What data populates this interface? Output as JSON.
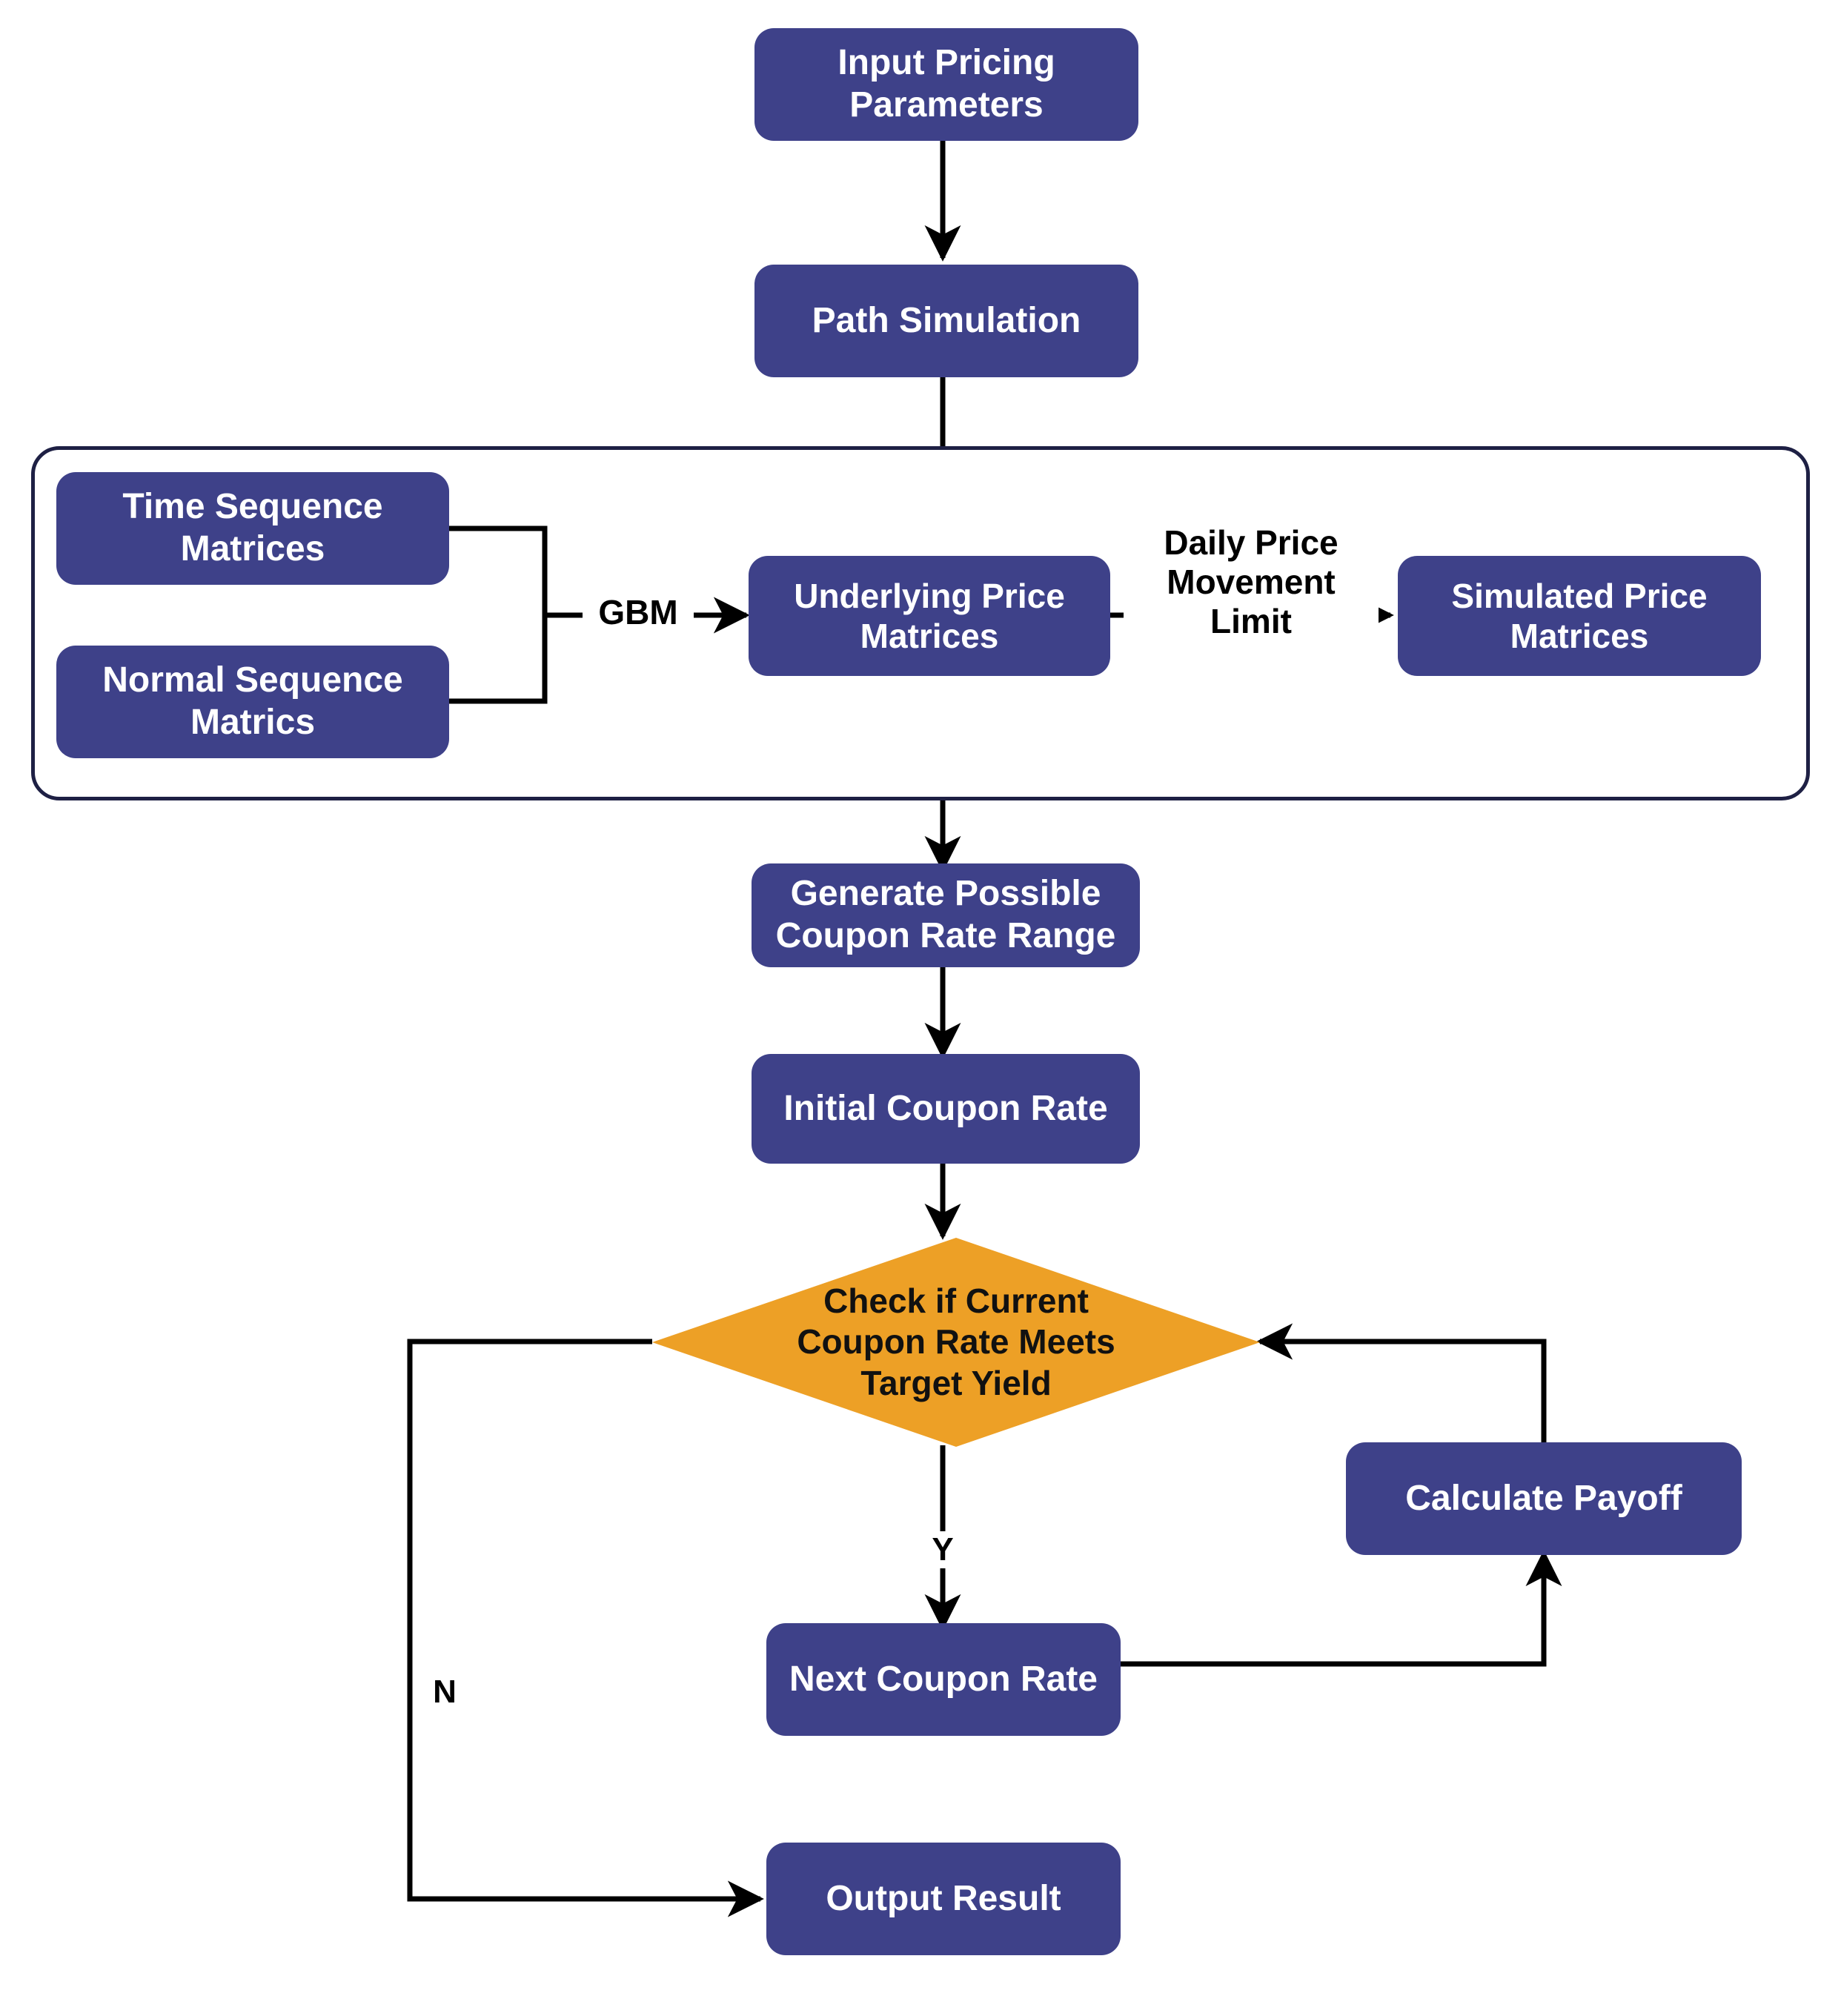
{
  "diagram": {
    "title": "Structured Note Pricing Monte Carlo Flowchart",
    "type": "flowchart",
    "colors": {
      "process_fill": "#3E4189",
      "process_text": "#FFFFFF",
      "decision_fill": "#EDA026",
      "decision_text": "#111111",
      "group_border": "#1E2044",
      "edge_stroke": "#000000",
      "background": "#FFFFFF"
    },
    "nodes": {
      "input_pricing_parameters": "Input Pricing\nParameters",
      "path_simulation": "Path Simulation",
      "time_sequence_matrices": "Time Sequence\nMatrices",
      "normal_sequence_matrices": "Normal Sequence\nMatrics",
      "underlying_price_matrices": "Underlying Price\nMatrices",
      "simulated_price_matrices": "Simulated Price\nMatrices",
      "generate_coupon_range": "Generate Possible\nCoupon Rate Range",
      "initial_coupon_rate": "Initial Coupon Rate",
      "check_target_yield": "Check if Current\nCoupon Rate Meets\nTarget Yield",
      "calculate_payoff": "Calculate Payoff",
      "next_coupon_rate": "Next Coupon Rate",
      "output_result": "Output Result"
    },
    "edge_labels": {
      "gbm": "GBM",
      "daily_price_movement_limit": "Daily Price\nMovement Limit",
      "branch_yes": "Y",
      "branch_no": "N"
    }
  }
}
